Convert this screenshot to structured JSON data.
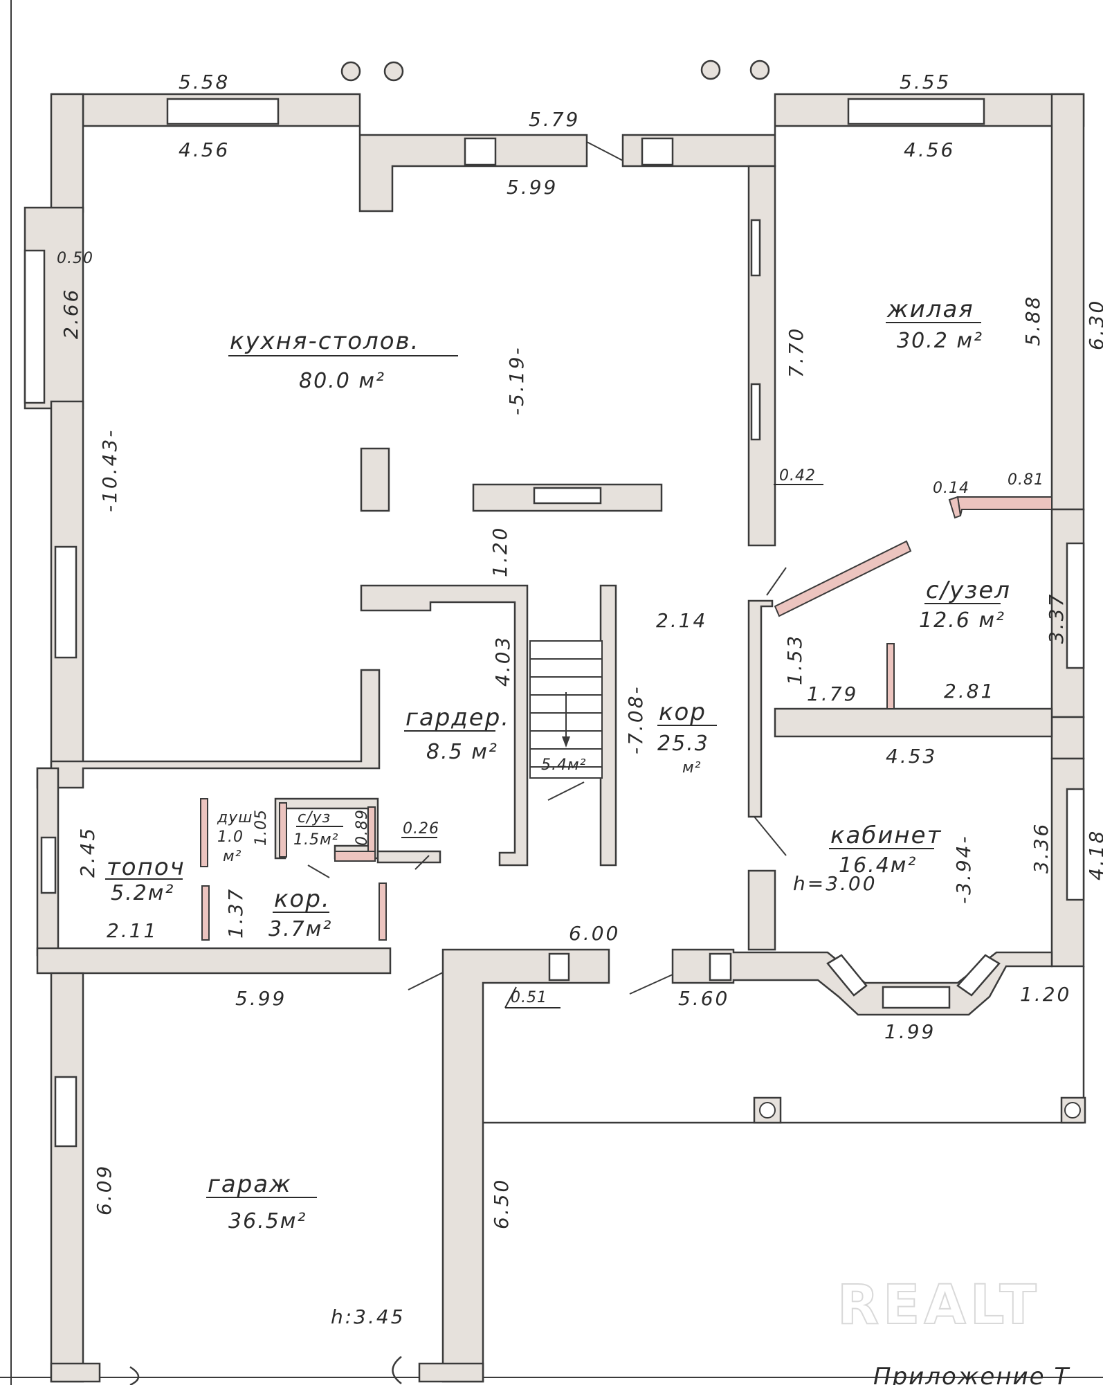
{
  "watermark": "REALT",
  "caption": "Приложение Т",
  "ceiling": {
    "upper": "h=3.00",
    "lower": "h:3.45"
  },
  "rooms": [
    {
      "key": "kitchen",
      "label": "кухня-столов.",
      "area": "80.0 м²"
    },
    {
      "key": "living",
      "label": "жилая",
      "area": "30.2 м²"
    },
    {
      "key": "bath",
      "label": "с/узел",
      "area": "12.6 м²"
    },
    {
      "key": "wardrobe",
      "label": "гардер.",
      "area": "8.5 м²"
    },
    {
      "key": "corridor",
      "label": "кор",
      "area": "25.3",
      "unit": "м²"
    },
    {
      "key": "stairs",
      "area": "5.4м²"
    },
    {
      "key": "office",
      "label": "кабинет",
      "area": "16.4м²"
    },
    {
      "key": "shower",
      "label": "душ",
      "area": "1.0",
      "unit": "м²"
    },
    {
      "key": "wc",
      "label": "с/уз",
      "area": "1.5м²"
    },
    {
      "key": "boiler",
      "label": "топоч",
      "area": "5.2м²"
    },
    {
      "key": "corridor_small",
      "label": "кор.",
      "area": "3.7м²"
    },
    {
      "key": "garage",
      "label": "гараж",
      "area": "36.5м²"
    }
  ],
  "dimensions": {
    "d_558": "5.58",
    "d_555": "5.55",
    "d_579": "5.79",
    "d_456a": "4.56",
    "d_456b": "4.56",
    "d_599a": "5.99",
    "d_050": "0.50",
    "d_266": "2.66",
    "d_1043": "-10.43-",
    "d_519": "-5.19-",
    "d_770": "7.70",
    "d_588": "5.88",
    "d_630": "6.30",
    "d_042": "0.42",
    "d_014": "0.14",
    "d_081": "0.81",
    "d_120a": "1.20",
    "d_403": "4.03",
    "d_708": "-7.08-",
    "d_214": "2.14",
    "d_153": "1.53",
    "d_337": "3.37",
    "d_179": "1.79",
    "d_281": "2.81",
    "d_453": "4.53",
    "d_336": "3.36",
    "d_394": "-3.94-",
    "d_418": "4.18",
    "d_105": "1.05",
    "d_089": "0.89",
    "d_026": "0.26",
    "d_245": "2.45",
    "d_211": "2.11",
    "d_137": "1.37",
    "d_600": "6.00",
    "d_599b": "5.99",
    "d_051": "0.51",
    "d_560": "5.60",
    "d_199": "1.99",
    "d_120b": "1.20",
    "d_609": "6.09",
    "d_650": "6.50"
  }
}
